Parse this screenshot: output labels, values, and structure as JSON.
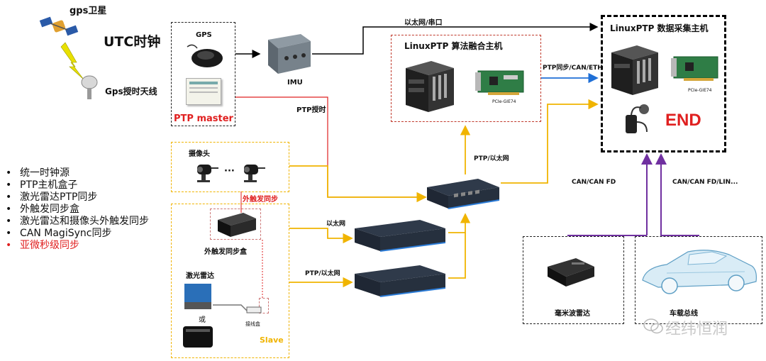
{
  "colors": {
    "ptp_red": "#e02020",
    "ethernet_yellow": "#f0b400",
    "can_purple": "#7030a0",
    "ethernet_blue": "#1f6fd6",
    "serial_black": "#000000"
  },
  "gps": {
    "satellite_label": "gps卫星",
    "utc_label": "UTC时钟",
    "antenna_label": "Gps授时天线"
  },
  "ptp_master": {
    "gps_label": "GPS",
    "title": "PTP master"
  },
  "imu": {
    "label": "IMU"
  },
  "fusion_host": {
    "title": "LinuxPTP 算法融合主机",
    "card_label": "PCIe-GIE74"
  },
  "collector_host": {
    "title": "LinuxPTP 数据采集主机",
    "card_label": "PCIe-GIE74",
    "end_label": "END"
  },
  "links": {
    "serial": "以太网/串口",
    "ptp_timing": "PTP授时",
    "ptp_can_eth": "PTP同步/CAN/ETH",
    "ptp_eth_up": "PTP/以太网",
    "eth": "以太网",
    "ptp_eth_low": "PTP/以太网",
    "can_fd": "CAN/CAN FD",
    "can_fd_lin": "CAN/CAN FD/LIN..."
  },
  "camera": {
    "label": "摄像头",
    "dots": "···"
  },
  "slave": {
    "ext_sync_label": "外触发同步",
    "ext_box_label": "外触发同步盒",
    "lidar_label": "激光雷达",
    "or_label": "或",
    "junction_label": "接线盒",
    "title": "Slave"
  },
  "radar": {
    "label": "毫米波雷达"
  },
  "vehicle": {
    "label": "车载总线"
  },
  "bullets": [
    {
      "text": "统一时钟源",
      "red": false
    },
    {
      "text": "PTP主机盒子",
      "red": false
    },
    {
      "text": "激光雷达PTP同步",
      "red": false
    },
    {
      "text": "外触发同步盒",
      "red": false
    },
    {
      "text": "激光雷达和摄像头外触发同步",
      "red": false
    },
    {
      "text": "CAN MagiSync同步",
      "red": false
    },
    {
      "text": "亚微秒级同步",
      "red": true
    }
  ],
  "watermark": "经纬恒润"
}
